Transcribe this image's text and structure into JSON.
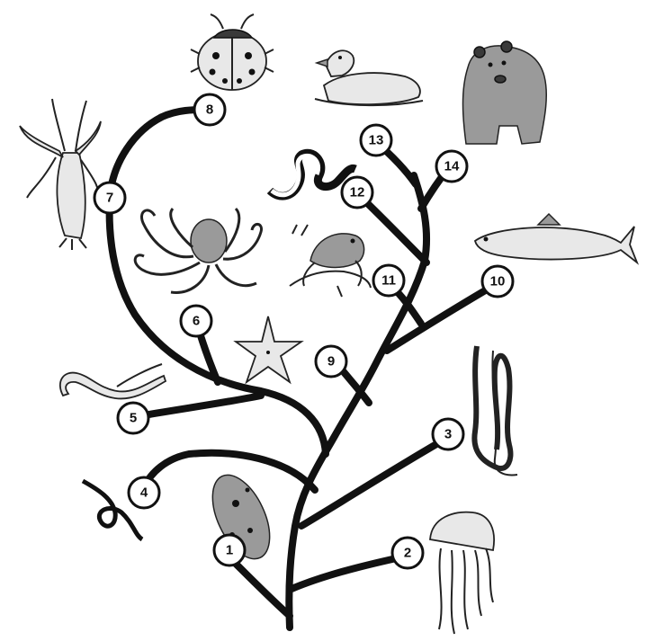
{
  "nodes": [
    {
      "id": "1",
      "label": "1"
    },
    {
      "id": "2",
      "label": "2"
    },
    {
      "id": "3",
      "label": "3"
    },
    {
      "id": "4",
      "label": "4"
    },
    {
      "id": "5",
      "label": "5"
    },
    {
      "id": "6",
      "label": "6"
    },
    {
      "id": "7",
      "label": "7"
    },
    {
      "id": "8",
      "label": "8"
    },
    {
      "id": "9",
      "label": "9"
    },
    {
      "id": "10",
      "label": "10"
    },
    {
      "id": "11",
      "label": "11"
    },
    {
      "id": "12",
      "label": "12"
    },
    {
      "id": "13",
      "label": "13"
    },
    {
      "id": "14",
      "label": "14"
    }
  ],
  "animal_icons": [
    "paramecium-icon",
    "jellyfish-icon",
    "tapeworm-icon",
    "roundworm-icon",
    "earthworm-icon",
    "octopus-icon",
    "crayfish-icon",
    "ladybug-icon",
    "starfish-icon",
    "fish-icon",
    "frog-icon",
    "snake-icon",
    "duck-icon",
    "bear-icon"
  ]
}
